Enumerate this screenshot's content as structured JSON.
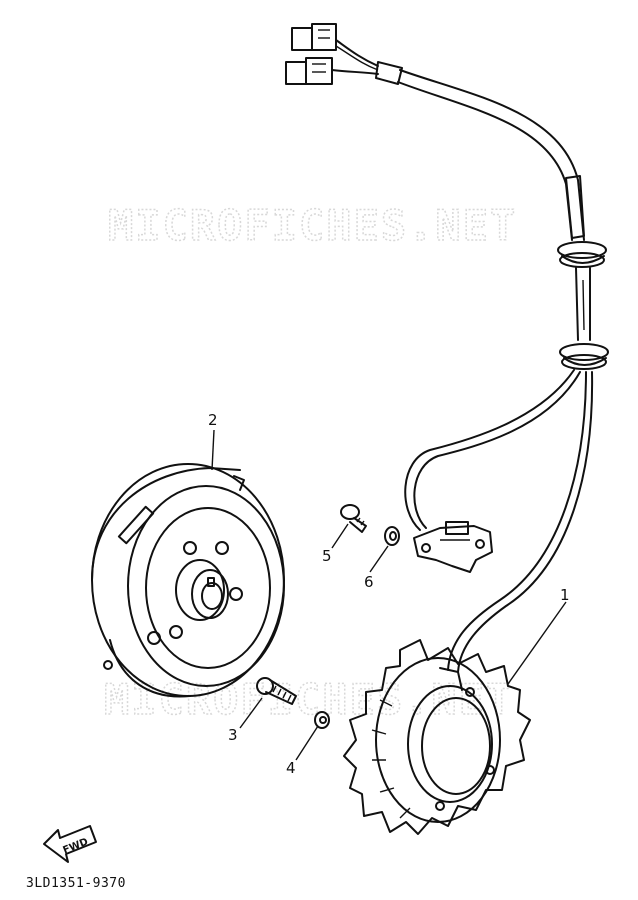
{
  "watermark": "MICROFICHES.NET",
  "drawing_code": "3LD1351-9370",
  "fwd_label": "FWD",
  "callouts": {
    "stator": "1",
    "rotor": "2",
    "bolt_rotor": "3",
    "washer_rotor": "4",
    "screw_pickup": "5",
    "washer_pickup": "6"
  }
}
